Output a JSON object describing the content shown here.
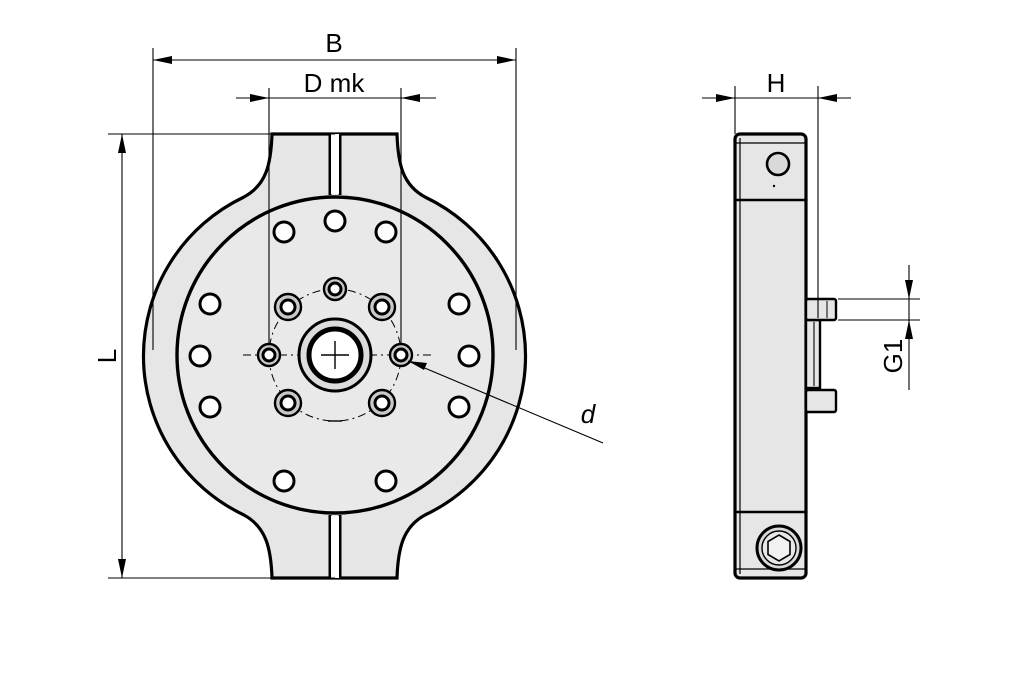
{
  "dimension_labels": {
    "B": "B",
    "Dmk": "D mk",
    "L": "L",
    "d": "d",
    "H": "H",
    "G1": "G1"
  },
  "views": {
    "front": "front-view",
    "side": "side-view"
  },
  "colors": {
    "part_fill": "#e6e6e6",
    "line": "#000000",
    "background": "#ffffff"
  }
}
